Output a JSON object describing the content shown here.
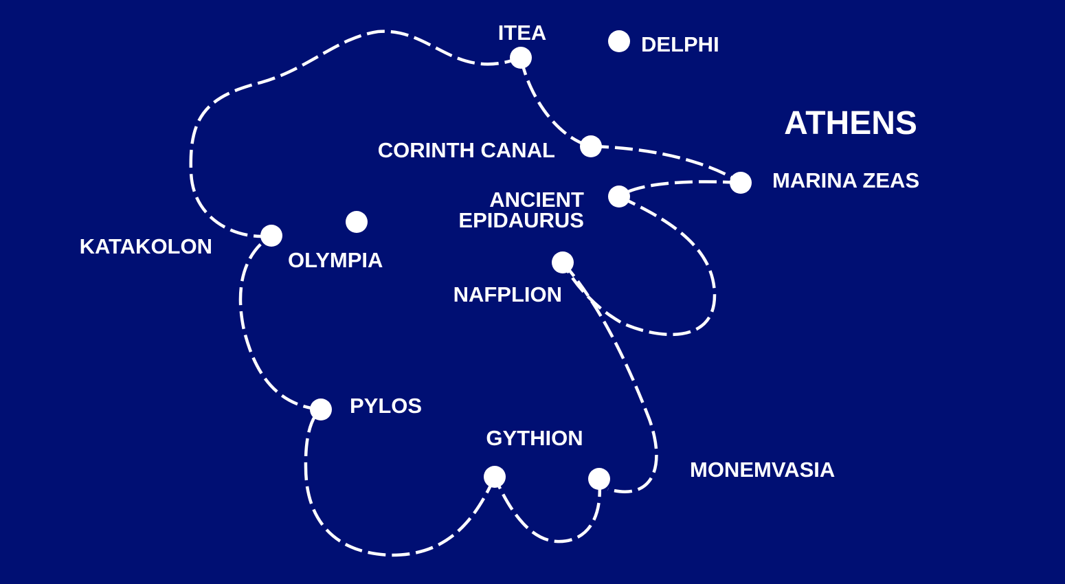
{
  "map": {
    "background_color": "#000f73",
    "line_color": "#ffffff",
    "region_label": "ATHENS",
    "places": {
      "itea": "ITEA",
      "delphi": "DELPHI",
      "corinth_canal": "CORINTH CANAL",
      "marina_zeas": "MARINA ZEAS",
      "ancient_epidaurus_line1": "ANCIENT",
      "ancient_epidaurus_line2": "EPIDAURUS",
      "katakolon": "KATAKOLON",
      "olympia": "OLYMPIA",
      "nafplion": "NAFPLION",
      "pylos": "PYLOS",
      "gythion": "GYTHION",
      "monemvasia": "MONEMVASIA"
    }
  }
}
